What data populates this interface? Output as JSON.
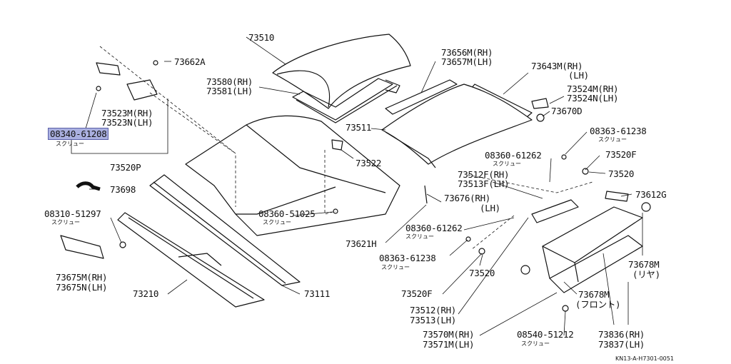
{
  "labels": {
    "p73510": "73510",
    "p73662a": "73662A",
    "p73580": "73580(RH)",
    "p73581": "73581(LH)",
    "p73656m": "73656M(RH)",
    "p73657m": "73657M(LH)",
    "p73643m_rh": "73643M(RH)",
    "p73643m_lh": "(LH)",
    "p73524m": "73524M(RH)",
    "p73524n": "73524N(LH)",
    "p73670d": "73670D",
    "p73523m": "73523M(RH)",
    "p73523n": "73523N(LH)",
    "p08340": "08340-61208",
    "p08340_sub": "スクリュー",
    "p73511": "73511",
    "p08363a": "08363-61238",
    "p08363a_sub": "スクリュー",
    "p73520f_top": "73520F",
    "p08360b": "08360-61262",
    "p08360b_sub": "スクリュー",
    "p73520_top": "73520",
    "p73520p": "73520P",
    "p73522": "73522",
    "p73512f": "73512F(RH)",
    "p73513f": "73513F(LH)",
    "p73698": "73698",
    "p73612g": "73612G",
    "p73676_rh": "73676(RH)",
    "p73676_lh": "(LH)",
    "p08310": "08310-51297",
    "p08310_sub": "スクリュー",
    "p08360a": "08360-51025",
    "p08360a_sub": "スクリュー",
    "p08360c": "08360-61262",
    "p08360c_sub": "スクリュー",
    "p73621h": "73621H",
    "p08363b": "08363-61238",
    "p08363b_sub": "スクリュー",
    "p73520_mid": "73520",
    "p73678m_rear": "73678M",
    "p73678m_rear_sub": "(リヤ)",
    "p73675m": "73675M(RH)",
    "p73675n": "73675N(LH)",
    "p73210": "73210",
    "p73111": "73111",
    "p73520f_bot": "73520F",
    "p73678m_front": "73678M",
    "p73678m_front_sub": "(フロント)",
    "p73512": "73512(RH)",
    "p73513": "73513(LH)",
    "p73570m": "73570M(RH)",
    "p73571m": "73571M(LH)",
    "p08540": "08540-51212",
    "p08540_sub": "スクリュー",
    "p73836": "73836(RH)",
    "p73837": "73837(LH)"
  },
  "highlight_color": "#aab0e0",
  "diagram_code": "KN13-A-H7301-0051"
}
